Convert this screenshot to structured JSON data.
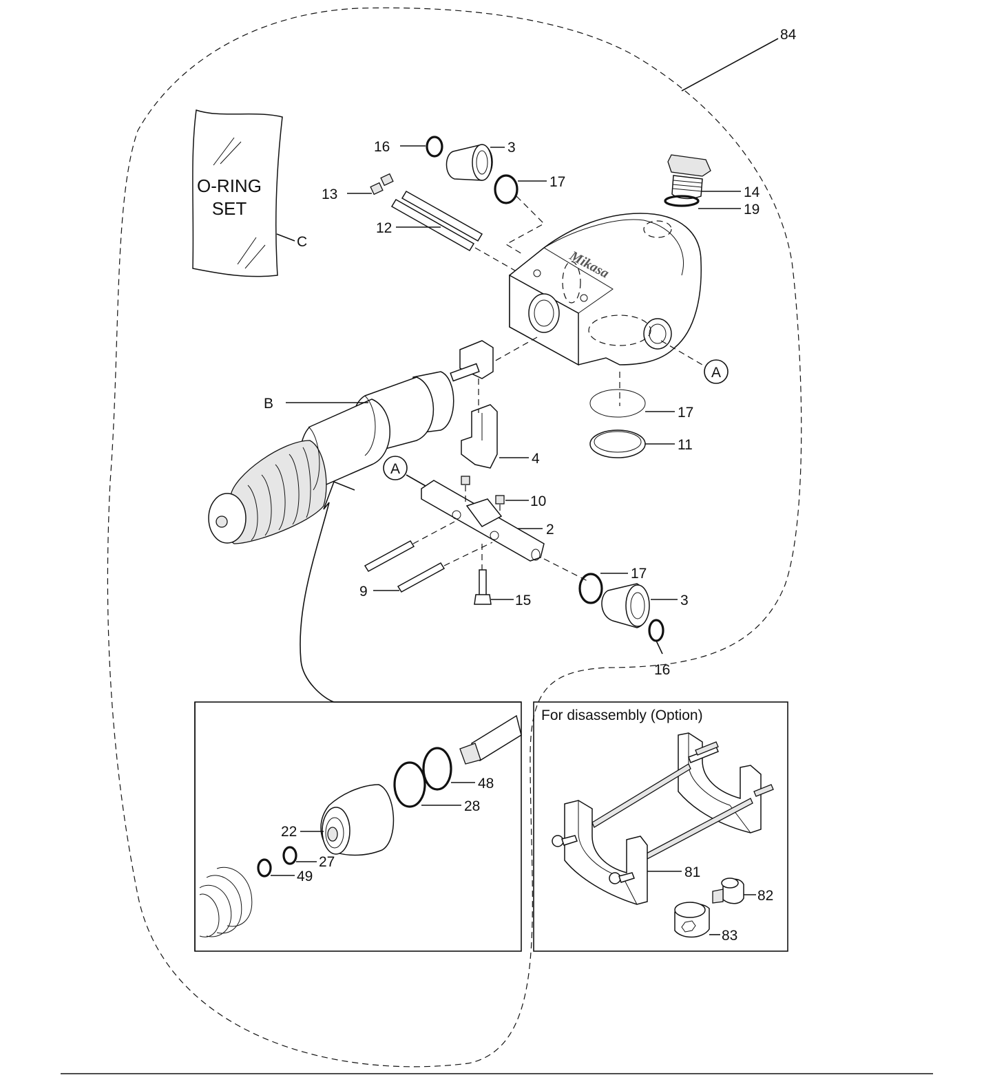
{
  "assembly_label": "84",
  "bag": {
    "line1": "O-RING",
    "line2": "SET",
    "callout": "C"
  },
  "callouts": {
    "p16_top": "16",
    "p3_top": "3",
    "p17_top": "17",
    "p13": "13",
    "p12": "12",
    "p14": "14",
    "p19": "19",
    "a_right": "A",
    "pB": "B",
    "p17_mid": "17",
    "p11": "11",
    "p4": "4",
    "a_left": "A",
    "p10": "10",
    "p2": "2",
    "p17_bot": "17",
    "p9": "9",
    "p15": "15",
    "p3_bot": "3",
    "p16_bot": "16"
  },
  "detail_left": {
    "p48": "48",
    "p28": "28",
    "p22": "22",
    "p27": "27",
    "p49": "49"
  },
  "detail_right": {
    "caption": "For disassembly (Option)",
    "p81": "81",
    "p82": "82",
    "p83": "83"
  },
  "logo_text": "Mikasa"
}
